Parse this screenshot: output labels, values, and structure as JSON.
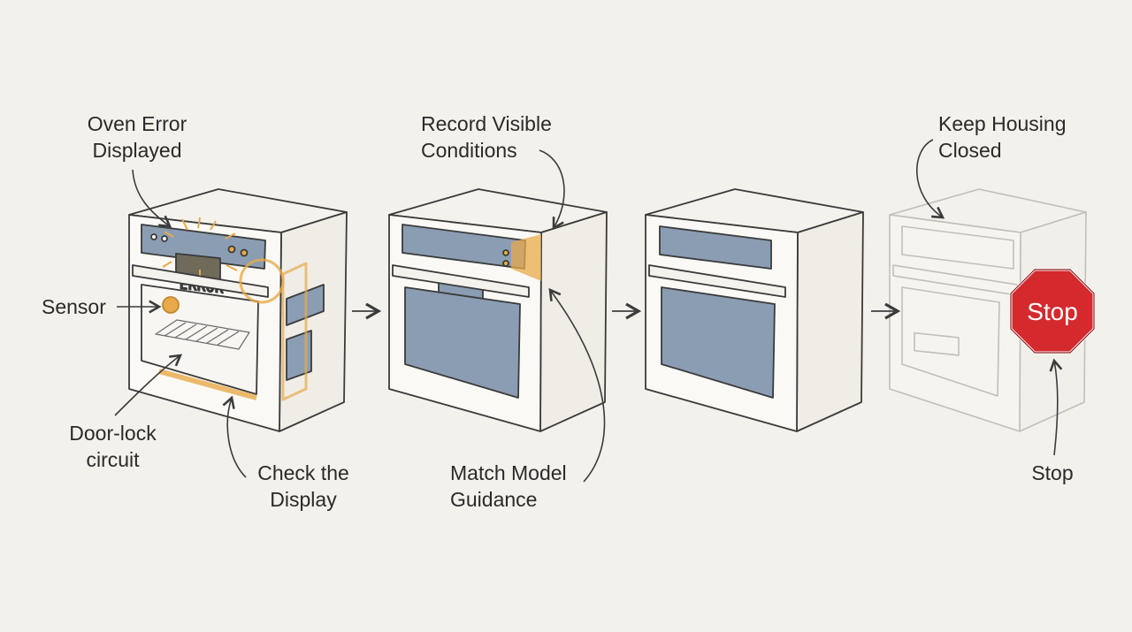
{
  "steps": [
    {
      "id": "step-1",
      "labels": {
        "top_line1": "Oven Error",
        "top_line2": "Displayed",
        "sensor": "Sensor",
        "door_line1": "Door-lock",
        "door_line2": "circuit",
        "bottom_line1": "Check the",
        "bottom_line2": "Display"
      },
      "display_text": "ERROR"
    },
    {
      "id": "step-2",
      "labels": {
        "top_line1": "Record Visible",
        "top_line2": "Conditions",
        "bottom_line1": "Match Model",
        "bottom_line2": "Guidance"
      }
    },
    {
      "id": "step-3",
      "labels": {}
    },
    {
      "id": "step-4",
      "labels": {
        "top_line1": "Keep Housing",
        "top_line2": "Closed",
        "bottom": "Stop"
      },
      "sign_text": "Stop"
    }
  ],
  "colors": {
    "background": "#f3f1eb",
    "line": "#3b3b3b",
    "panel_blue": "#8a9db3",
    "highlight_orange": "#e8a94a",
    "stop_red": "#d42a2e"
  }
}
